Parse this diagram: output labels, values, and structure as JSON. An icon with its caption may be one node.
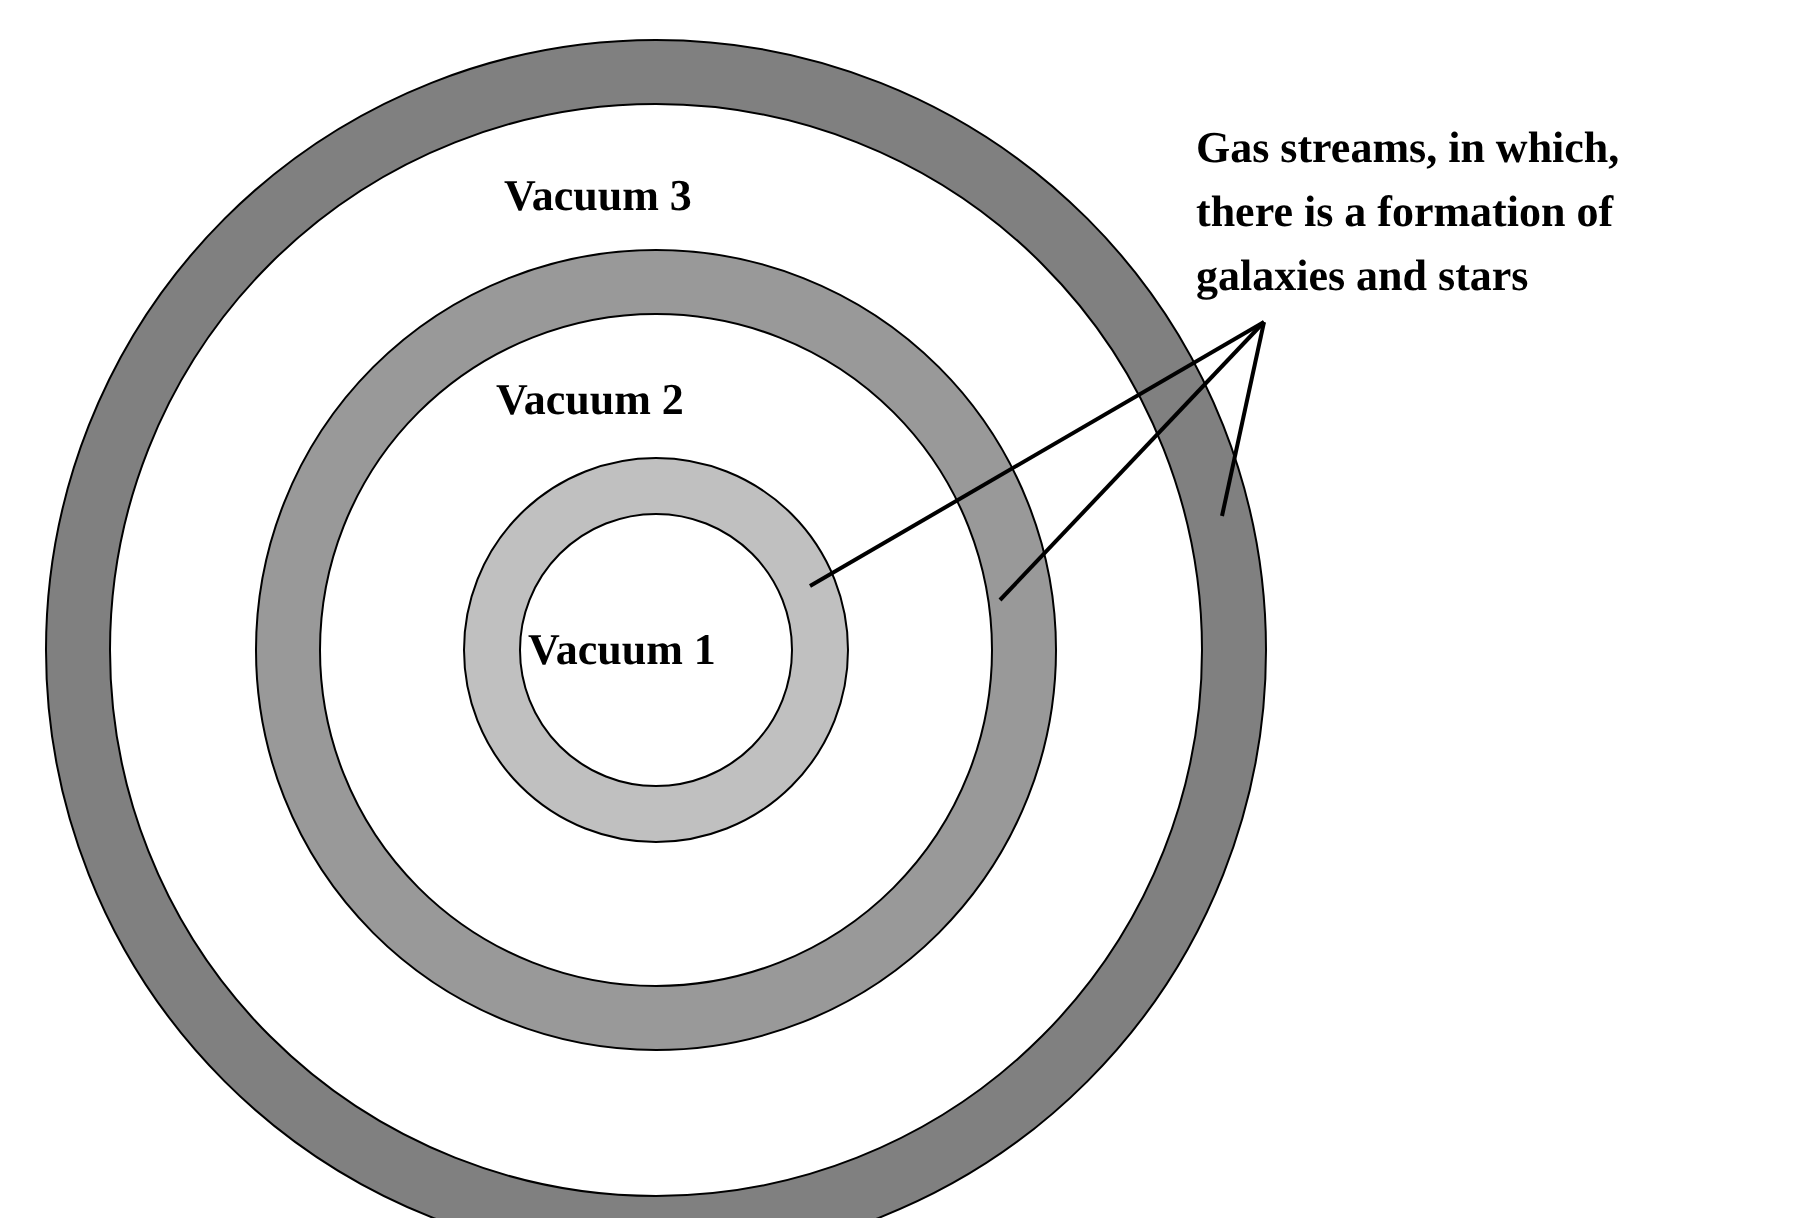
{
  "diagram": {
    "nodes": [
      {
        "text": [
          "Gas streams, in which, there is a formation of galaxies and stars"
        ]
      },
      {
        "text": [],
        "shape": "circle"
      },
      {
        "text": [],
        "shape": "circle",
        "in": 1
      },
      {
        "text": [],
        "shape": "circle",
        "in": 2
      }
    ],
    "edges": [
      {
        "from": 0,
        "to": 3,
        "arrow": "none"
      },
      {
        "from": 0,
        "to": 2,
        "arrow": "none"
      },
      {
        "from": 0,
        "to": 1,
        "arrow": "none"
      }
    ],
    "labels": [
      "Vacuum 3",
      "Vacuum 2",
      "Vacuum 1"
    ]
  }
}
